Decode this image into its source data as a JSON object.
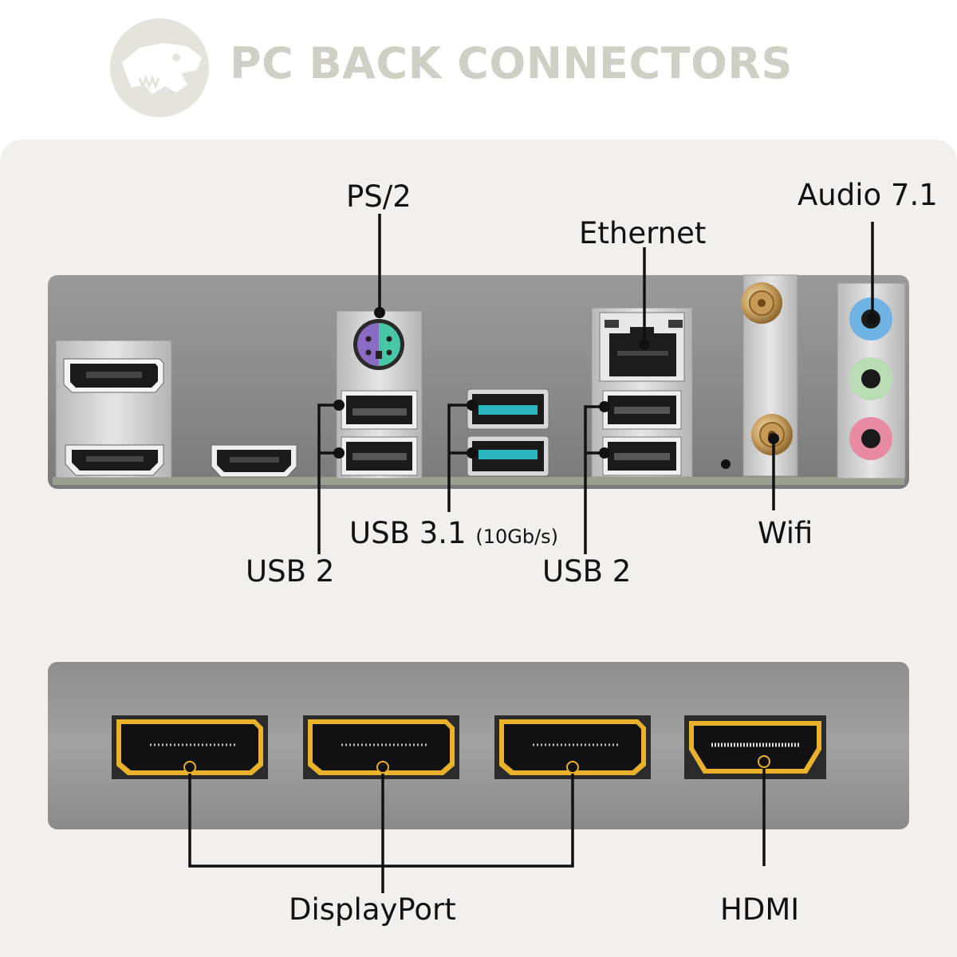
{
  "header": {
    "title": "PC BACK CONNECTORS",
    "logo_icon": "dinosaur-skull-logo-icon"
  },
  "labels": {
    "ps2": "PS/2",
    "ethernet": "Ethernet",
    "audio": "Audio 7.1",
    "usb2_left": "USB 2",
    "usb31_main": "USB 3.1",
    "usb31_speed": "(10Gb/s)",
    "usb2_right": "USB 2",
    "wifi": "Wifi",
    "displayport": "DisplayPort",
    "hdmi": "HDMI"
  },
  "colors": {
    "title": "#cfcfc5",
    "card_bg": "#f1f0ef",
    "panel_gray": "#8c8c8c",
    "usb31_blue": "#2bb6bd",
    "ps2_purple": "#8b6cc4",
    "ps2_green": "#48c7a7",
    "audio_blue": "#6fb3e4",
    "audio_green": "#b9dcb4",
    "audio_pink": "#e98aa4",
    "gold": "#e9b22a",
    "leader_line": "#111111"
  }
}
